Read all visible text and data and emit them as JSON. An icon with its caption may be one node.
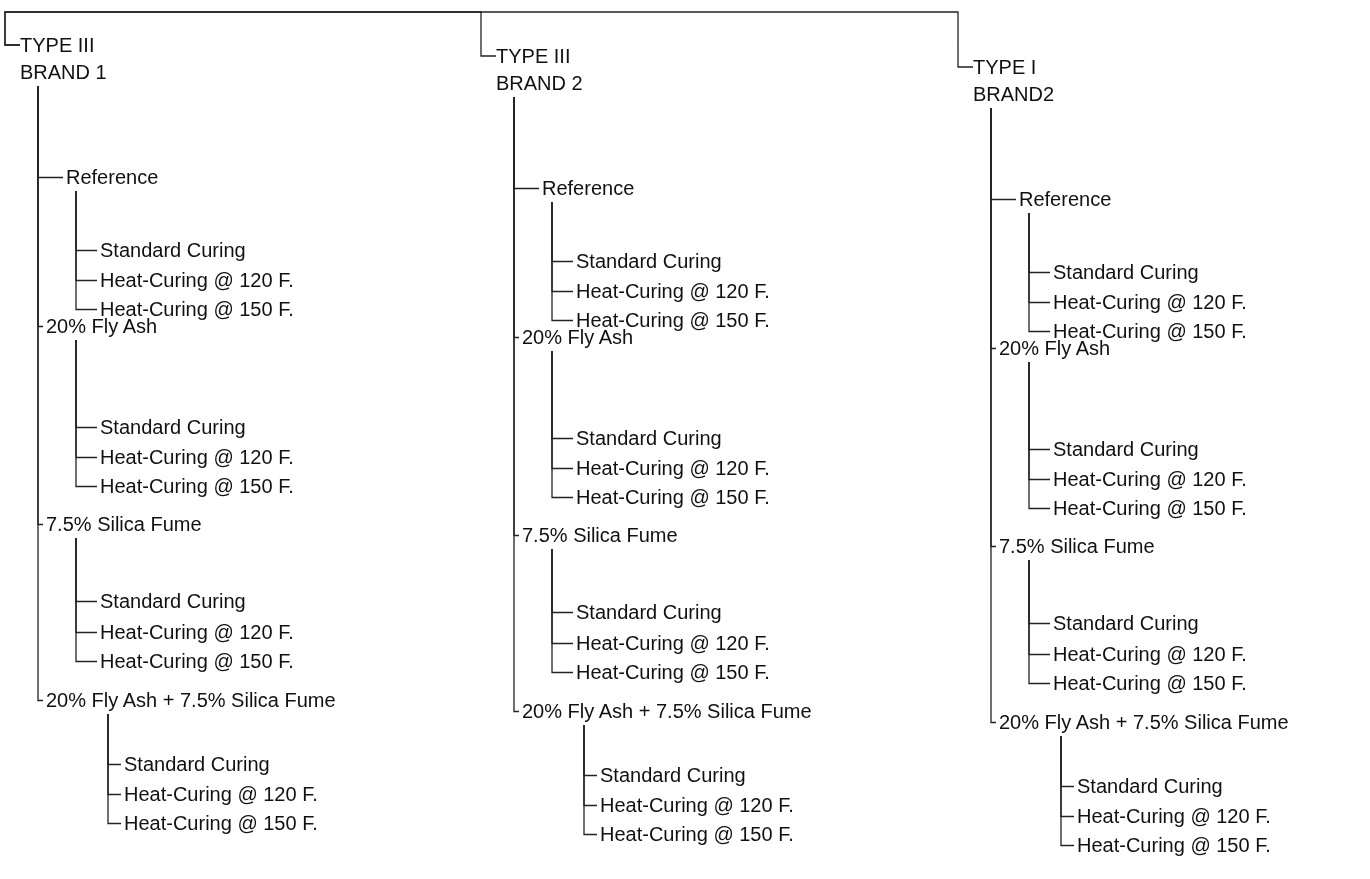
{
  "diagram": {
    "nodes": [
      {
        "text": [
          "TYPE III BRAND 1"
        ]
      },
      {
        "text": [
          "Reference"
        ]
      },
      {
        "text": [
          "Standard Curing"
        ]
      },
      {
        "text": [
          "Heat-Curing @ 120 F."
        ]
      },
      {
        "text": [
          "Heat-Curing @ 150 F."
        ]
      },
      {
        "text": [
          "20% Fly Ash"
        ]
      },
      {
        "text": [
          "Standard Curing"
        ]
      },
      {
        "text": [
          "Heat-Curing @ 120 F."
        ]
      },
      {
        "text": [
          "Heat-Curing @ 150 F."
        ]
      },
      {
        "text": [
          "7.5% Silica Fume"
        ]
      },
      {
        "text": [
          "Standard Curing"
        ]
      },
      {
        "text": [
          "Heat-Curing @ 120 F."
        ]
      },
      {
        "text": [
          "Heat-Curing @ 150 F."
        ]
      },
      {
        "text": [
          "20% Fly Ash + 7.5% Silica Fume"
        ]
      },
      {
        "text": [
          "Standard Curing"
        ]
      },
      {
        "text": [
          "Heat-Curing @ 120 F."
        ]
      },
      {
        "text": [
          "Heat-Curing @ 150 F."
        ]
      },
      {
        "text": [
          "TYPE III BRAND 2"
        ]
      },
      {
        "text": [
          "Reference"
        ]
      },
      {
        "text": [
          "Standard Curing"
        ]
      },
      {
        "text": [
          "Heat-Curing @ 120 F."
        ]
      },
      {
        "text": [
          "Heat-Curing @ 150 F."
        ]
      },
      {
        "text": [
          "20% Fly Ash"
        ]
      },
      {
        "text": [
          "Standard Curing"
        ]
      },
      {
        "text": [
          "Heat-Curing @ 120 F."
        ]
      },
      {
        "text": [
          "Heat-Curing @ 150 F."
        ]
      },
      {
        "text": [
          "7.5% Silica Fume"
        ]
      },
      {
        "text": [
          "Standard Curing"
        ]
      },
      {
        "text": [
          "Heat-Curing @ 120 F."
        ]
      },
      {
        "text": [
          "Heat-Curing @ 150 F."
        ]
      },
      {
        "text": [
          "20% Fly Ash + 7.5% Silica Fume"
        ]
      },
      {
        "text": [
          "Standard Curing"
        ]
      },
      {
        "text": [
          "Heat-Curing @ 120 F."
        ]
      },
      {
        "text": [
          "Heat-Curing @ 150 F."
        ]
      },
      {
        "text": [
          "TYPE I BRAND2"
        ]
      },
      {
        "text": [
          "Reference"
        ]
      },
      {
        "text": [
          "Standard Curing"
        ]
      },
      {
        "text": [
          "Heat-Curing @ 120 F."
        ]
      },
      {
        "text": [
          "Heat-Curing @ 150 F."
        ]
      },
      {
        "text": [
          "20% Fly Ash"
        ]
      },
      {
        "text": [
          "Standard Curing"
        ]
      },
      {
        "text": [
          "Heat-Curing @ 120 F."
        ]
      },
      {
        "text": [
          "Heat-Curing @ 150 F."
        ]
      },
      {
        "text": [
          "7.5% Silica Fume"
        ]
      },
      {
        "text": [
          "Standard Curing"
        ]
      },
      {
        "text": [
          "Heat-Curing @ 120 F."
        ]
      },
      {
        "text": [
          "Heat-Curing @ 150 F."
        ]
      },
      {
        "text": [
          "20% Fly Ash + 7.5% Silica Fume"
        ]
      },
      {
        "text": [
          "Standard Curing"
        ]
      },
      {
        "text": [
          "Heat-Curing @ 120 F."
        ]
      },
      {
        "text": [
          "Heat-Curing @ 150 F."
        ]
      }
    ],
    "edges": [
      {
        "from": 0,
        "to": 17,
        "arrow": "none"
      },
      {
        "from": 0,
        "to": 34,
        "arrow": "none"
      },
      {
        "from": 0,
        "to": 1,
        "arrow": "none"
      },
      {
        "from": 0,
        "to": 5,
        "arrow": "none"
      },
      {
        "from": 0,
        "to": 9,
        "arrow": "none"
      },
      {
        "from": 0,
        "to": 13,
        "arrow": "none"
      },
      {
        "from": 1,
        "to": 2,
        "arrow": "none"
      },
      {
        "from": 1,
        "to": 3,
        "arrow": "none"
      },
      {
        "from": 1,
        "to": 4,
        "arrow": "none"
      },
      {
        "from": 5,
        "to": 6,
        "arrow": "none"
      },
      {
        "from": 5,
        "to": 7,
        "arrow": "none"
      },
      {
        "from": 5,
        "to": 8,
        "arrow": "none"
      },
      {
        "from": 9,
        "to": 10,
        "arrow": "none"
      },
      {
        "from": 9,
        "to": 11,
        "arrow": "none"
      },
      {
        "from": 9,
        "to": 12,
        "arrow": "none"
      },
      {
        "from": 13,
        "to": 14,
        "arrow": "none"
      },
      {
        "from": 13,
        "to": 15,
        "arrow": "none"
      },
      {
        "from": 13,
        "to": 16,
        "arrow": "none"
      },
      {
        "from": 17,
        "to": 18,
        "arrow": "none"
      },
      {
        "from": 17,
        "to": 22,
        "arrow": "none"
      },
      {
        "from": 17,
        "to": 26,
        "arrow": "none"
      },
      {
        "from": 17,
        "to": 30,
        "arrow": "none"
      },
      {
        "from": 18,
        "to": 19,
        "arrow": "none"
      },
      {
        "from": 18,
        "to": 20,
        "arrow": "none"
      },
      {
        "from": 18,
        "to": 21,
        "arrow": "none"
      },
      {
        "from": 22,
        "to": 23,
        "arrow": "none"
      },
      {
        "from": 22,
        "to": 24,
        "arrow": "none"
      },
      {
        "from": 22,
        "to": 25,
        "arrow": "none"
      },
      {
        "from": 26,
        "to": 27,
        "arrow": "none"
      },
      {
        "from": 26,
        "to": 28,
        "arrow": "none"
      },
      {
        "from": 26,
        "to": 29,
        "arrow": "none"
      },
      {
        "from": 30,
        "to": 31,
        "arrow": "none"
      },
      {
        "from": 30,
        "to": 32,
        "arrow": "none"
      },
      {
        "from": 30,
        "to": 33,
        "arrow": "none"
      },
      {
        "from": 34,
        "to": 35,
        "arrow": "none"
      },
      {
        "from": 34,
        "to": 39,
        "arrow": "none"
      },
      {
        "from": 34,
        "to": 43,
        "arrow": "none"
      },
      {
        "from": 34,
        "to": 47,
        "arrow": "none"
      },
      {
        "from": 35,
        "to": 36,
        "arrow": "none"
      },
      {
        "from": 35,
        "to": 37,
        "arrow": "none"
      },
      {
        "from": 35,
        "to": 38,
        "arrow": "none"
      },
      {
        "from": 39,
        "to": 40,
        "arrow": "none"
      },
      {
        "from": 39,
        "to": 41,
        "arrow": "none"
      },
      {
        "from": 39,
        "to": 42,
        "arrow": "none"
      },
      {
        "from": 43,
        "to": 44,
        "arrow": "none"
      },
      {
        "from": 43,
        "to": 45,
        "arrow": "none"
      },
      {
        "from": 43,
        "to": 46,
        "arrow": "none"
      },
      {
        "from": 47,
        "to": 48,
        "arrow": "none"
      },
      {
        "from": 47,
        "to": 49,
        "arrow": "none"
      },
      {
        "from": 47,
        "to": 50,
        "arrow": "none"
      }
    ]
  }
}
